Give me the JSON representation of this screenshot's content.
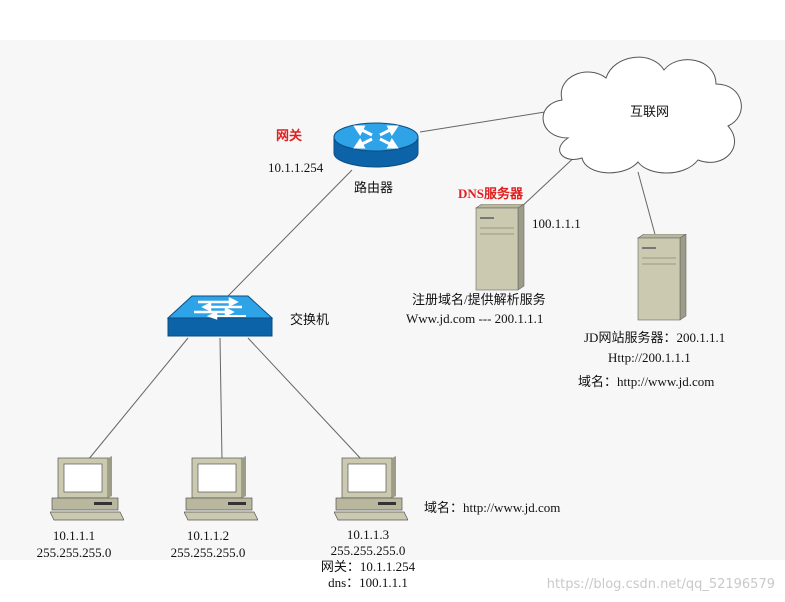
{
  "diagram": {
    "internet": {
      "label": "互联网"
    },
    "router": {
      "label": "路由器",
      "gateway_tag": "网关",
      "gateway_ip": "10.1.1.254"
    },
    "switch": {
      "label": "交换机"
    },
    "dns_server": {
      "title": "DNS服务器",
      "ip": "100.1.1.1",
      "desc_line1": "注册域名/提供解析服务",
      "desc_line2": "Www.jd.com --- 200.1.1.1"
    },
    "web_server": {
      "line1": "JD网站服务器：200.1.1.1",
      "line2": "Http://200.1.1.1",
      "line3": "域名：http://www.jd.com"
    },
    "pcs": [
      {
        "ip": "10.1.1.1",
        "mask": "255.255.255.0"
      },
      {
        "ip": "10.1.1.2",
        "mask": "255.255.255.0"
      },
      {
        "ip": "10.1.1.3",
        "mask": "255.255.255.0",
        "gateway": "网关：10.1.1.254",
        "dns": "dns：100.1.1.1",
        "domain": "域名：http://www.jd.com"
      }
    ]
  },
  "watermark": "https://blog.csdn.net/qq_52196579",
  "colors": {
    "gateway_red": "#e02020",
    "device_blue": "#1a8fd6",
    "server_beige": "#cbcab1"
  }
}
